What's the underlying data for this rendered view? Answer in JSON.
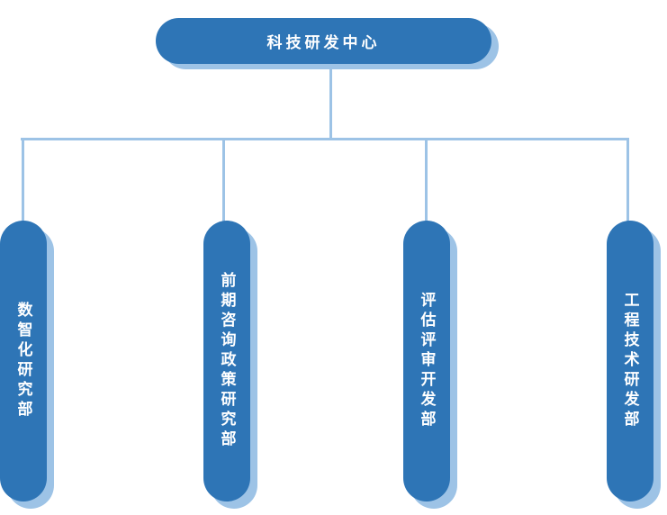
{
  "org_chart": {
    "type": "org-tree",
    "root": {
      "label": "科技研发中心"
    },
    "departments": [
      {
        "label": "数智化研究部"
      },
      {
        "label": "前期咨询政策研究部"
      },
      {
        "label": "评估评审开发部"
      },
      {
        "label": "工程技术研发部"
      }
    ]
  },
  "colors": {
    "node_fill": "#2E75B6",
    "node_shadow": "#9DC3E6",
    "connector": "#9DC3E6",
    "node_text": "#FFFFFF",
    "background": "#FFFFFF"
  }
}
